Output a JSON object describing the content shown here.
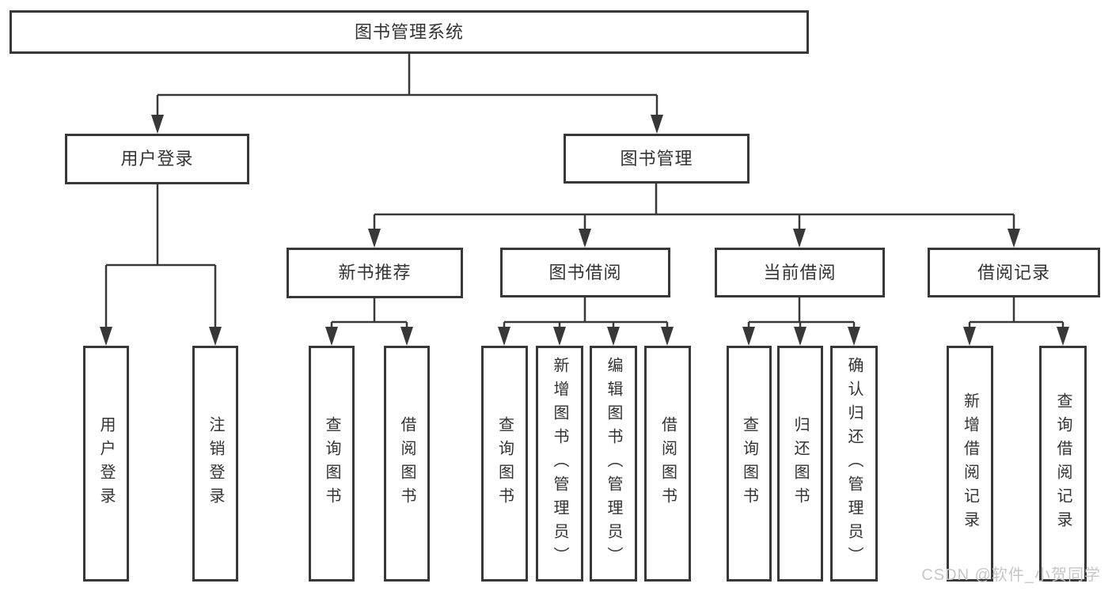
{
  "diagram": {
    "type": "tree",
    "tree": {
      "label": "图书管理系统",
      "children": [
        {
          "label": "用户登录",
          "children": [
            {
              "label": "用户登录"
            },
            {
              "label": "注销登录"
            }
          ]
        },
        {
          "label": "图书管理",
          "children": [
            {
              "label": "新书推荐",
              "children": [
                {
                  "label": "查询图书"
                },
                {
                  "label": "借阅图书"
                }
              ]
            },
            {
              "label": "图书借阅",
              "children": [
                {
                  "label": "查询图书"
                },
                {
                  "label": "新增图书（管理员）"
                },
                {
                  "label": "编辑图书（管理员）"
                },
                {
                  "label": "借阅图书"
                }
              ]
            },
            {
              "label": "当前借阅",
              "children": [
                {
                  "label": "查询图书"
                },
                {
                  "label": "归还图书"
                },
                {
                  "label": "确认归还（管理员）"
                }
              ]
            },
            {
              "label": "借阅记录",
              "children": [
                {
                  "label": "新增借阅记录"
                },
                {
                  "label": "查询借阅记录"
                }
              ]
            }
          ]
        }
      ]
    },
    "colors": {
      "line": "#383838",
      "text": "#333333",
      "background": "#ffffff",
      "watermark": "#c6c6c6"
    }
  },
  "watermark": {
    "text": "CSDN @软件_小贺同学"
  }
}
